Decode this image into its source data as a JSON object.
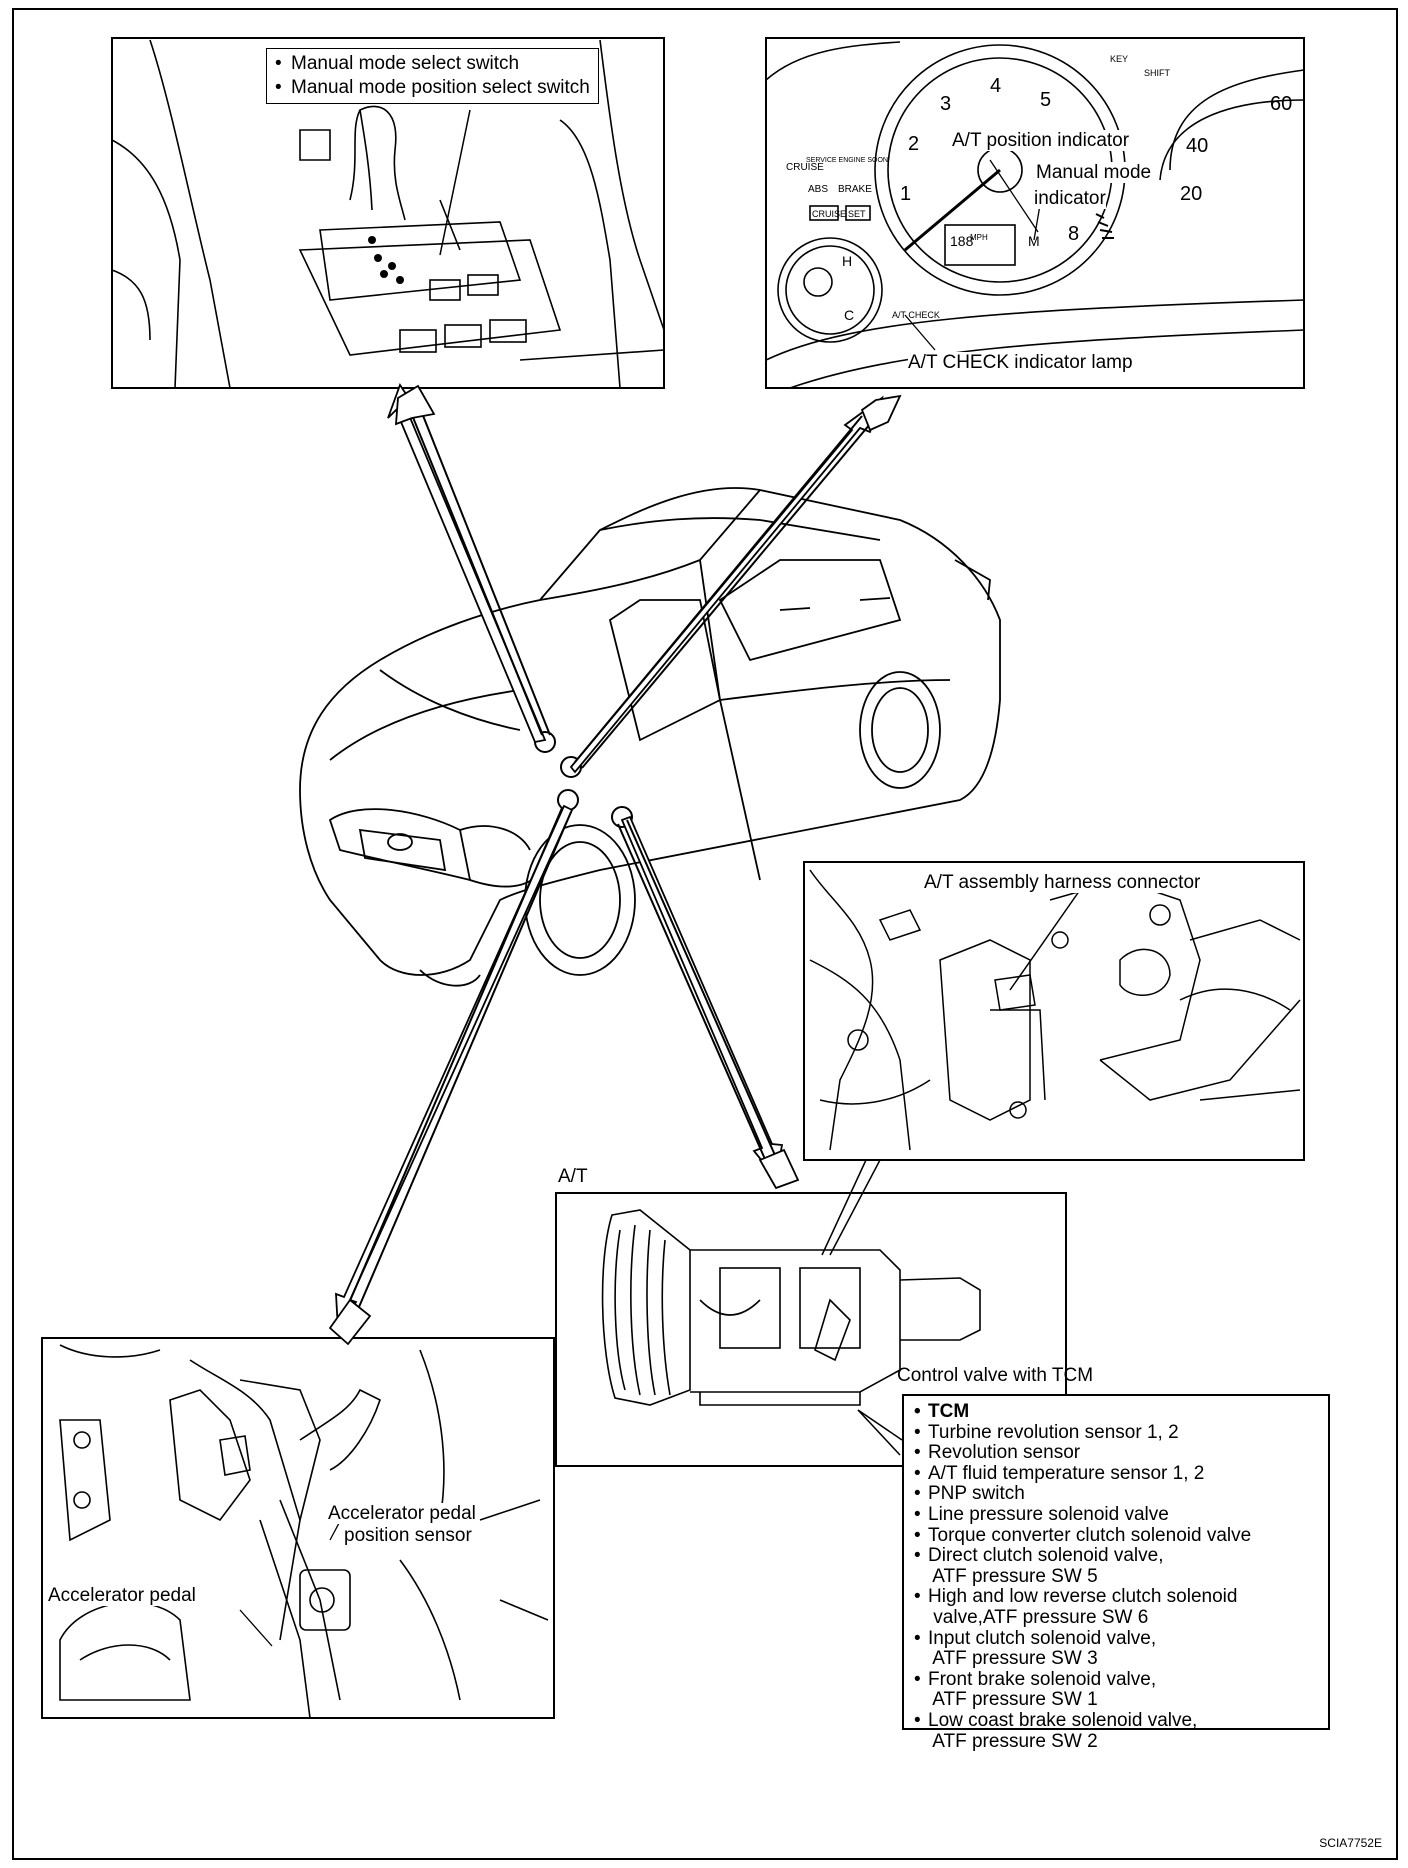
{
  "shift_panel": {
    "switches": [
      "Manual mode select switch",
      "Manual mode position select switch"
    ]
  },
  "meter_panel": {
    "position_indicator": "A/T position indicator",
    "manual_indicator_line1": "Manual mode",
    "manual_indicator_line2": "indicator",
    "check_lamp": "A/T CHECK indicator lamp",
    "tach_numbers": [
      "1",
      "2",
      "3",
      "4",
      "5",
      "8"
    ],
    "speedo_numbers": [
      "20",
      "40",
      "60"
    ],
    "warning_labels": [
      "CRUISE",
      "ABS",
      "BRAKE",
      "CRUISE",
      "SET"
    ],
    "gauge_letters": [
      "H",
      "C"
    ],
    "lcd_text": "188",
    "gear_letter": "M",
    "small_labels": [
      "MPH",
      "KEY",
      "SHIFT",
      "A/T CHECK",
      "SERVICE ENGINE SOON"
    ]
  },
  "harness_panel": {
    "label": "A/T assembly harness connector"
  },
  "at_panel": {
    "title": "A/T",
    "control_valve_label": "Control valve with TCM",
    "components": [
      "TCM",
      "Turbine revolution sensor 1, 2",
      "Revolution sensor",
      "A/T fluid temperature sensor 1, 2",
      "PNP switch",
      "Line pressure solenoid valve",
      "Torque converter clutch solenoid valve",
      "Direct clutch solenoid valve,\n ATF pressure SW 5",
      "High and low reverse clutch solenoid\n valve,ATF pressure SW 6",
      "Input clutch solenoid valve,\n ATF pressure SW 3",
      "Front brake solenoid valve,\n ATF pressure SW 1",
      "Low coast brake solenoid valve,\n ATF pressure SW 2"
    ]
  },
  "pedal_panel": {
    "sensor_label_line1": "Accelerator pedal",
    "sensor_label_line2": "position sensor",
    "pedal_label": "Accelerator pedal"
  },
  "document_id": "SCIA7752E"
}
